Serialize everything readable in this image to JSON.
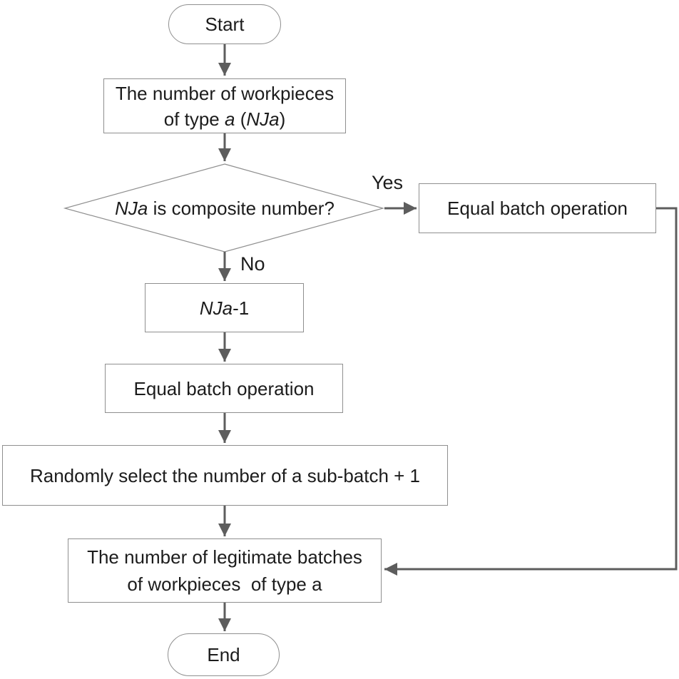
{
  "colors": {
    "arrow": "#5d5d5d",
    "box_border": "#8f8f8f",
    "text": "#1c1c1c",
    "box_fill": "#ffffff"
  },
  "nodes": {
    "start": {
      "label": "Start"
    },
    "workpieces": {
      "line1": "The number of workpieces",
      "line2_pre": "of type ",
      "line2_italic1": "a",
      "line2_mid": " (",
      "line2_italic2": "NJa",
      "line2_post": ")"
    },
    "decision": {
      "italic": "NJa",
      "rest": " is composite number?"
    },
    "equal_batch_right": {
      "label": "Equal batch operation"
    },
    "nja_minus_one": {
      "italic": "NJa",
      "rest": "-1"
    },
    "equal_batch_mid": {
      "label": "Equal batch operation"
    },
    "random_select": {
      "label": "Randomly select the number of a sub-batch + 1"
    },
    "legitimate_batches": {
      "line1": "The number of legitimate batches",
      "line2": "of workpieces  of type a"
    },
    "end": {
      "label": "End"
    }
  },
  "edge_labels": {
    "yes": "Yes",
    "no": "No"
  }
}
